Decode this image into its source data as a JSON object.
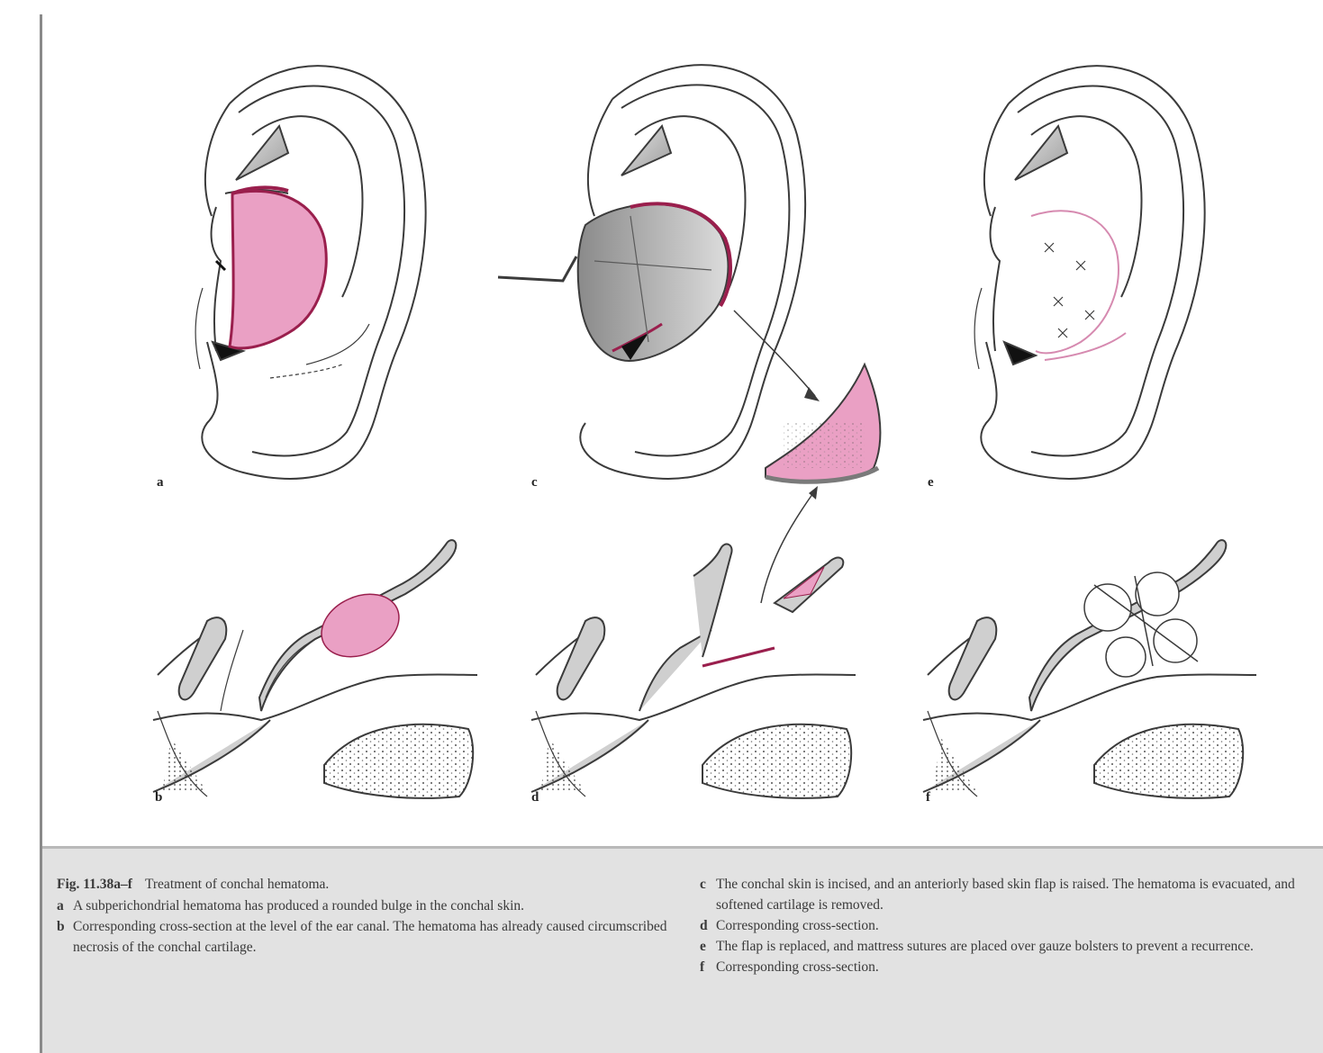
{
  "figure": {
    "panel_labels": [
      "a",
      "c",
      "e",
      "b",
      "d",
      "f"
    ],
    "colors": {
      "hematoma": "#eaa0c4",
      "hematoma_edge": "#9a1f4d",
      "line": "#3b3b3b",
      "shade": "#9c9c9c",
      "caption_bg": "#e2e2e2"
    }
  },
  "caption": {
    "fig_number": "Fig. 11.38a–f",
    "title": "Treatment of conchal hematoma.",
    "items_left": [
      {
        "letter": "a",
        "text": "A subperichondrial hematoma has produced a rounded bulge in the conchal skin."
      },
      {
        "letter": "b",
        "text": "Corresponding cross-section at the level of the ear canal. The hematoma has already caused circumscribed necrosis of the conchal cartilage."
      }
    ],
    "items_right": [
      {
        "letter": "c",
        "text": "The conchal skin is incised, and an anteriorly based skin flap is raised. The hematoma is evacuated, and softened cartilage is removed."
      },
      {
        "letter": "d",
        "text": "Corresponding cross-section."
      },
      {
        "letter": "e",
        "text": "The flap is replaced, and mattress sutures are placed over gauze bolsters to prevent a recurrence."
      },
      {
        "letter": "f",
        "text": "Corresponding cross-section."
      }
    ]
  }
}
